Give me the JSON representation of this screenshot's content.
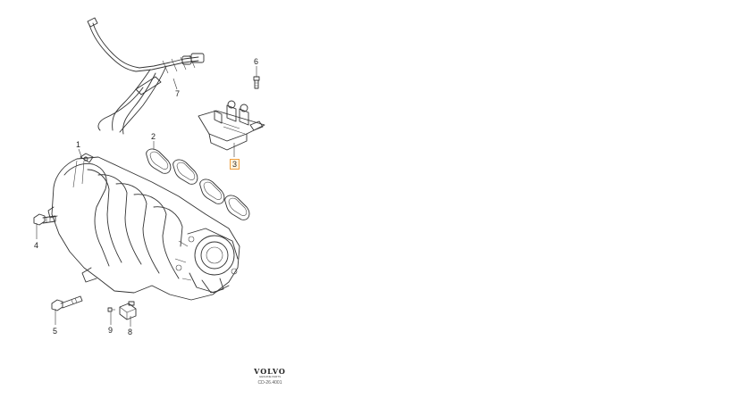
{
  "diagram": {
    "callouts": [
      {
        "id": "1",
        "label": "1",
        "highlighted": false
      },
      {
        "id": "2",
        "label": "2",
        "highlighted": false
      },
      {
        "id": "3",
        "label": "3",
        "highlighted": true
      },
      {
        "id": "4",
        "label": "4",
        "highlighted": false
      },
      {
        "id": "5",
        "label": "5",
        "highlighted": false
      },
      {
        "id": "6",
        "label": "6",
        "highlighted": false
      },
      {
        "id": "7",
        "label": "7",
        "highlighted": false
      },
      {
        "id": "8",
        "label": "8",
        "highlighted": false
      },
      {
        "id": "9",
        "label": "9",
        "highlighted": false
      }
    ],
    "highlight_color": "#f0a040",
    "line_color": "#333333"
  },
  "footer": {
    "brand": "VOLVO",
    "brand_sub": "GENUINE PARTS",
    "code": "CD-26.4001"
  }
}
